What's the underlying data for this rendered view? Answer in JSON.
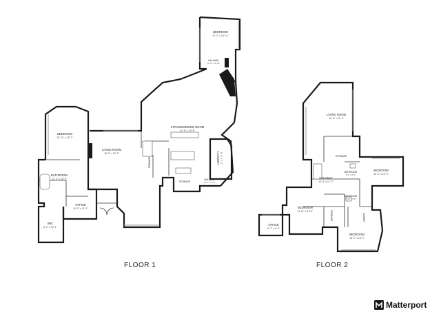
{
  "floors": [
    {
      "label": "FLOOR 1",
      "rooms": [
        {
          "name": "BEDROOM",
          "dims": "12' 2\" x 10' 11\""
        },
        {
          "name": "HALLWAY",
          "dims": "6' 10\" x 3' 10\""
        },
        {
          "name": "KITCHEN/DINING ROOM",
          "dims": "32' 8\" x 15' 8\""
        },
        {
          "name": "LIVING ROOM",
          "dims": "16' 3\" x 12' 2\""
        },
        {
          "name": "BEDROOM",
          "dims": "13' 11\" x 20' 7\""
        },
        {
          "name": "BATHROOM",
          "dims": "12' 2\" x 16' 9\""
        },
        {
          "name": "OFFICE",
          "dims": "10' 9\" x 11' 1\""
        },
        {
          "name": "WIC",
          "dims": "6' 1\" x 12' 1\""
        },
        {
          "name": "LAUNDRY",
          "dims": "8' 2\" x 7' 2\""
        },
        {
          "name": "HALLWAY",
          "dims": "11' 1\" x 3' 6\""
        },
        {
          "name": "STORAGE",
          "dims": ""
        },
        {
          "name": "STORAGE",
          "dims": ""
        }
      ]
    },
    {
      "label": "FLOOR 2",
      "rooms": [
        {
          "name": "LIVING ROOM",
          "dims": "16' 6\" x 22' 1\""
        },
        {
          "name": "STORAGE",
          "dims": ""
        },
        {
          "name": "BATHROOM",
          "dims": "8' 1\" x 6' 4\""
        },
        {
          "name": "BEDROOM",
          "dims": "14' 5\" x 10' 9\""
        },
        {
          "name": "HALLWAY",
          "dims": "16' 8\" x 12' 2\""
        },
        {
          "name": "BATHROOM",
          "dims": "8' 10\" x 5' 8\""
        },
        {
          "name": "BEDROOM",
          "dims": "11' 11\" x 13' 5\""
        },
        {
          "name": "STORAGE",
          "dims": ""
        },
        {
          "name": "CLOSET",
          "dims": ""
        },
        {
          "name": "OFFICE",
          "dims": "9' 7\" x 6' 4\""
        },
        {
          "name": "BEDROOM",
          "dims": "15' 2\" x 14' 2\""
        }
      ]
    }
  ],
  "brand": {
    "name": "Matterport",
    "icon": "matterport-logo-icon"
  }
}
